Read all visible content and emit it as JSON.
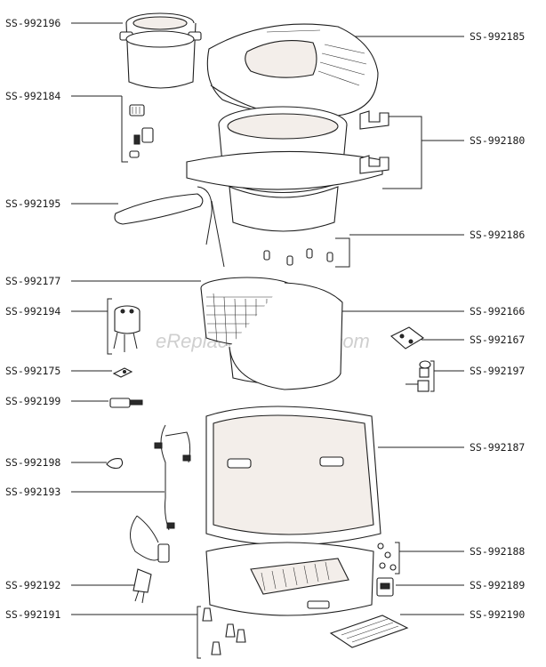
{
  "watermark": "eReplacementParts.com",
  "labels": {
    "l1": "SS-992196",
    "l2": "SS-992184",
    "l3": "SS-992195",
    "l4": "SS-992177",
    "l5": "SS-992194",
    "l6": "SS-992175",
    "l7": "SS-992199",
    "l8": "SS-992198",
    "l9": "SS-992193",
    "l10": "SS-992192",
    "l11": "SS-992191",
    "r1": "SS-992185",
    "r2": "SS-992180",
    "r3": "SS-992186",
    "r4": "SS-992166",
    "r5": "SS-992167",
    "r6": "SS-992197",
    "r7": "SS-992187",
    "r8": "SS-992188",
    "r9": "SS-992189",
    "r10": "SS-992190"
  }
}
